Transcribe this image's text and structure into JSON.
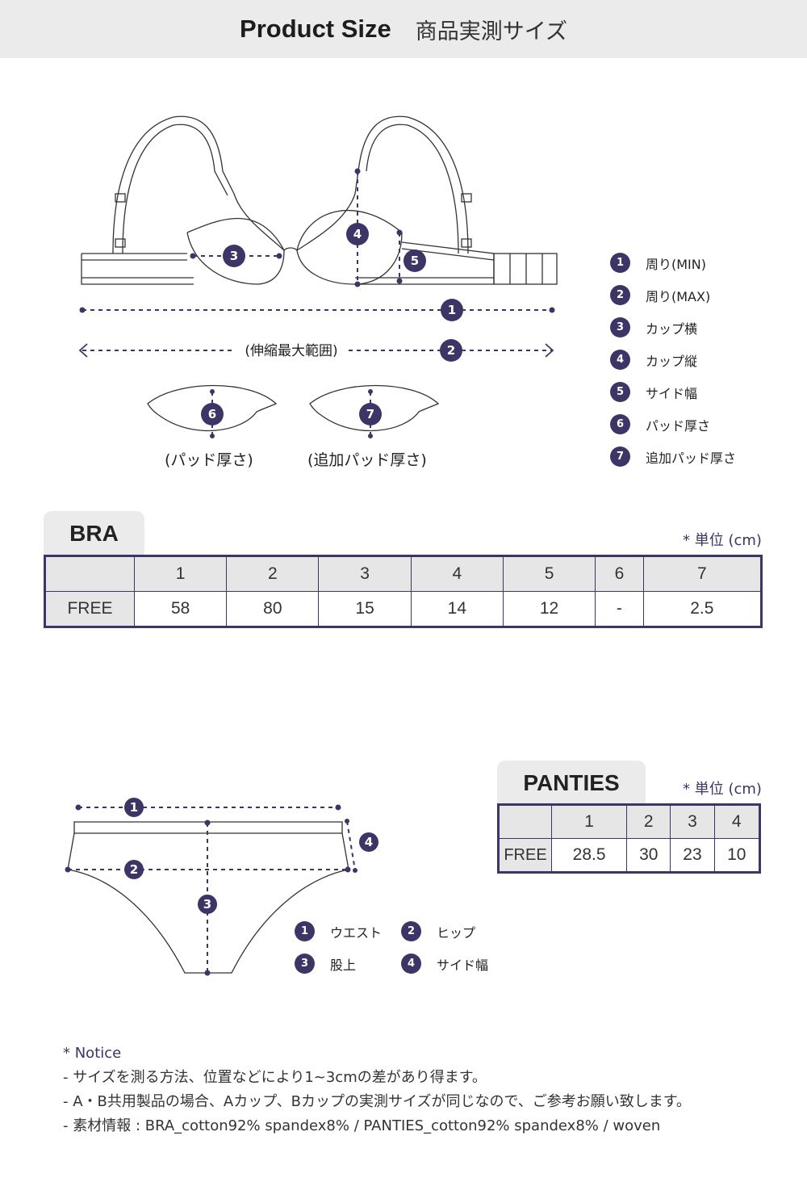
{
  "header": {
    "title_en": "Product Size",
    "title_jp": "商品実測サイズ"
  },
  "bra_diagram": {
    "markers": [
      "1",
      "2",
      "3",
      "4",
      "5",
      "6",
      "7"
    ],
    "range_label": "(伸縮最大範囲)",
    "pad_caption": "(パッド厚さ)",
    "extra_pad_caption": "(追加パッド厚さ)"
  },
  "bra_legend": [
    {
      "num": "1",
      "label": "周り(MIN)"
    },
    {
      "num": "2",
      "label": "周り(MAX)"
    },
    {
      "num": "3",
      "label": "カップ横"
    },
    {
      "num": "4",
      "label": "カップ縦"
    },
    {
      "num": "5",
      "label": "サイド幅"
    },
    {
      "num": "6",
      "label": "パッド厚さ"
    },
    {
      "num": "7",
      "label": "追加パッド厚さ"
    }
  ],
  "bra_table": {
    "tab": "BRA",
    "unit": "* 単位 (cm)",
    "columns": [
      "1",
      "2",
      "3",
      "4",
      "5",
      "6",
      "7"
    ],
    "row_label": "FREE",
    "values": [
      "58",
      "80",
      "15",
      "14",
      "12",
      "-",
      "2.5"
    ]
  },
  "panties_table": {
    "tab": "PANTIES",
    "unit": "* 単位 (cm)",
    "columns": [
      "1",
      "2",
      "3",
      "4"
    ],
    "row_label": "FREE",
    "values": [
      "28.5",
      "30",
      "23",
      "10"
    ]
  },
  "panties_legend": [
    {
      "num": "1",
      "label": "ウエスト"
    },
    {
      "num": "2",
      "label": "ヒップ"
    },
    {
      "num": "3",
      "label": "股上"
    },
    {
      "num": "4",
      "label": "サイド幅"
    }
  ],
  "notice": {
    "title": "* Notice",
    "lines": [
      "- サイズを測る方法、位置などにより1~3cmの差があり得ます。",
      "- A・B共用製品の場合、Aカップ、Bカップの実測サイズが同じなので、ご参考お願い致します。",
      "- 素材情報 : BRA_cotton92% spandex8% / PANTIES_cotton92% spandex8% / woven"
    ]
  },
  "colors": {
    "accent": "#3c3565",
    "header_bg": "#ebebeb",
    "table_head_bg": "#e6e6e6"
  }
}
